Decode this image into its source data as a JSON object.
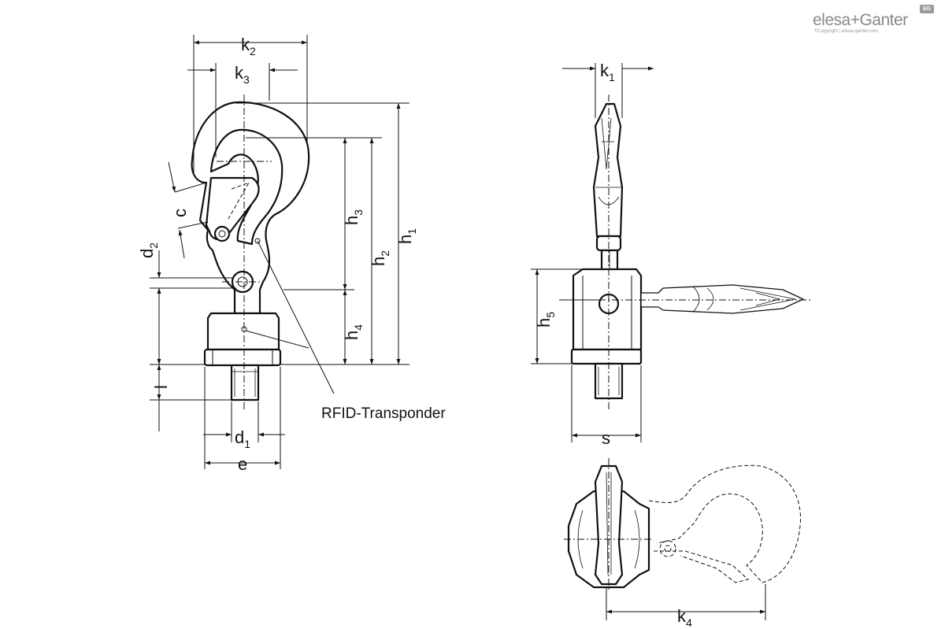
{
  "logo": {
    "brand": "elesa+Ganter",
    "badge": "EG",
    "copyright": "©Copyright | elesa-ganter.com"
  },
  "dimensions": {
    "k2": {
      "base": "k",
      "sub": "2"
    },
    "k3": {
      "base": "k",
      "sub": "3"
    },
    "k1": {
      "base": "k",
      "sub": "1"
    },
    "k4": {
      "base": "k",
      "sub": "4"
    },
    "h1": {
      "base": "h",
      "sub": "1"
    },
    "h2": {
      "base": "h",
      "sub": "2"
    },
    "h3": {
      "base": "h",
      "sub": "3"
    },
    "h4": {
      "base": "h",
      "sub": "4"
    },
    "h5": {
      "base": "h",
      "sub": "5"
    },
    "d1": {
      "base": "d",
      "sub": "1"
    },
    "d2": {
      "base": "d",
      "sub": "2"
    },
    "c": "c",
    "l": "l",
    "e": "e",
    "s": "s"
  },
  "callouts": {
    "rfid": "RFID-Transponder"
  }
}
